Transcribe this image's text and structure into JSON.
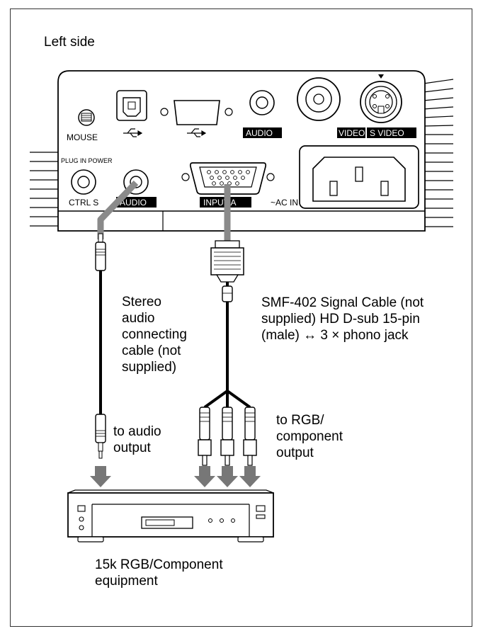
{
  "side_label": "Left side",
  "panel": {
    "mouse": "MOUSE",
    "audio_top": "AUDIO",
    "video": "VIDEO",
    "s_video": "S VIDEO",
    "plug_in_power": "PLUG IN POWER",
    "ctrl_s": "CTRL S",
    "audio_bottom": "AUDIO",
    "input_a": "INPUT A",
    "ac_in": "~AC IN"
  },
  "cable_labels": {
    "stereo": [
      "Stereo",
      "audio",
      "connecting",
      "cable (not",
      "supplied)"
    ],
    "signal": [
      "SMF-402 Signal Cable (not",
      "supplied) HD D-sub 15-pin",
      "(male) ↔ 3 × phono jack"
    ],
    "audio_out": [
      "to audio",
      "output"
    ],
    "rgb_out": [
      "to RGB/",
      "component",
      "output"
    ]
  },
  "equipment_label": [
    "15k RGB/Component",
    "equipment"
  ],
  "icons": [
    "usb-icon",
    "mouse-icon",
    "vga-connector-icon",
    "s-video-icon",
    "ac-inlet-icon",
    "arrow-down-icon"
  ]
}
